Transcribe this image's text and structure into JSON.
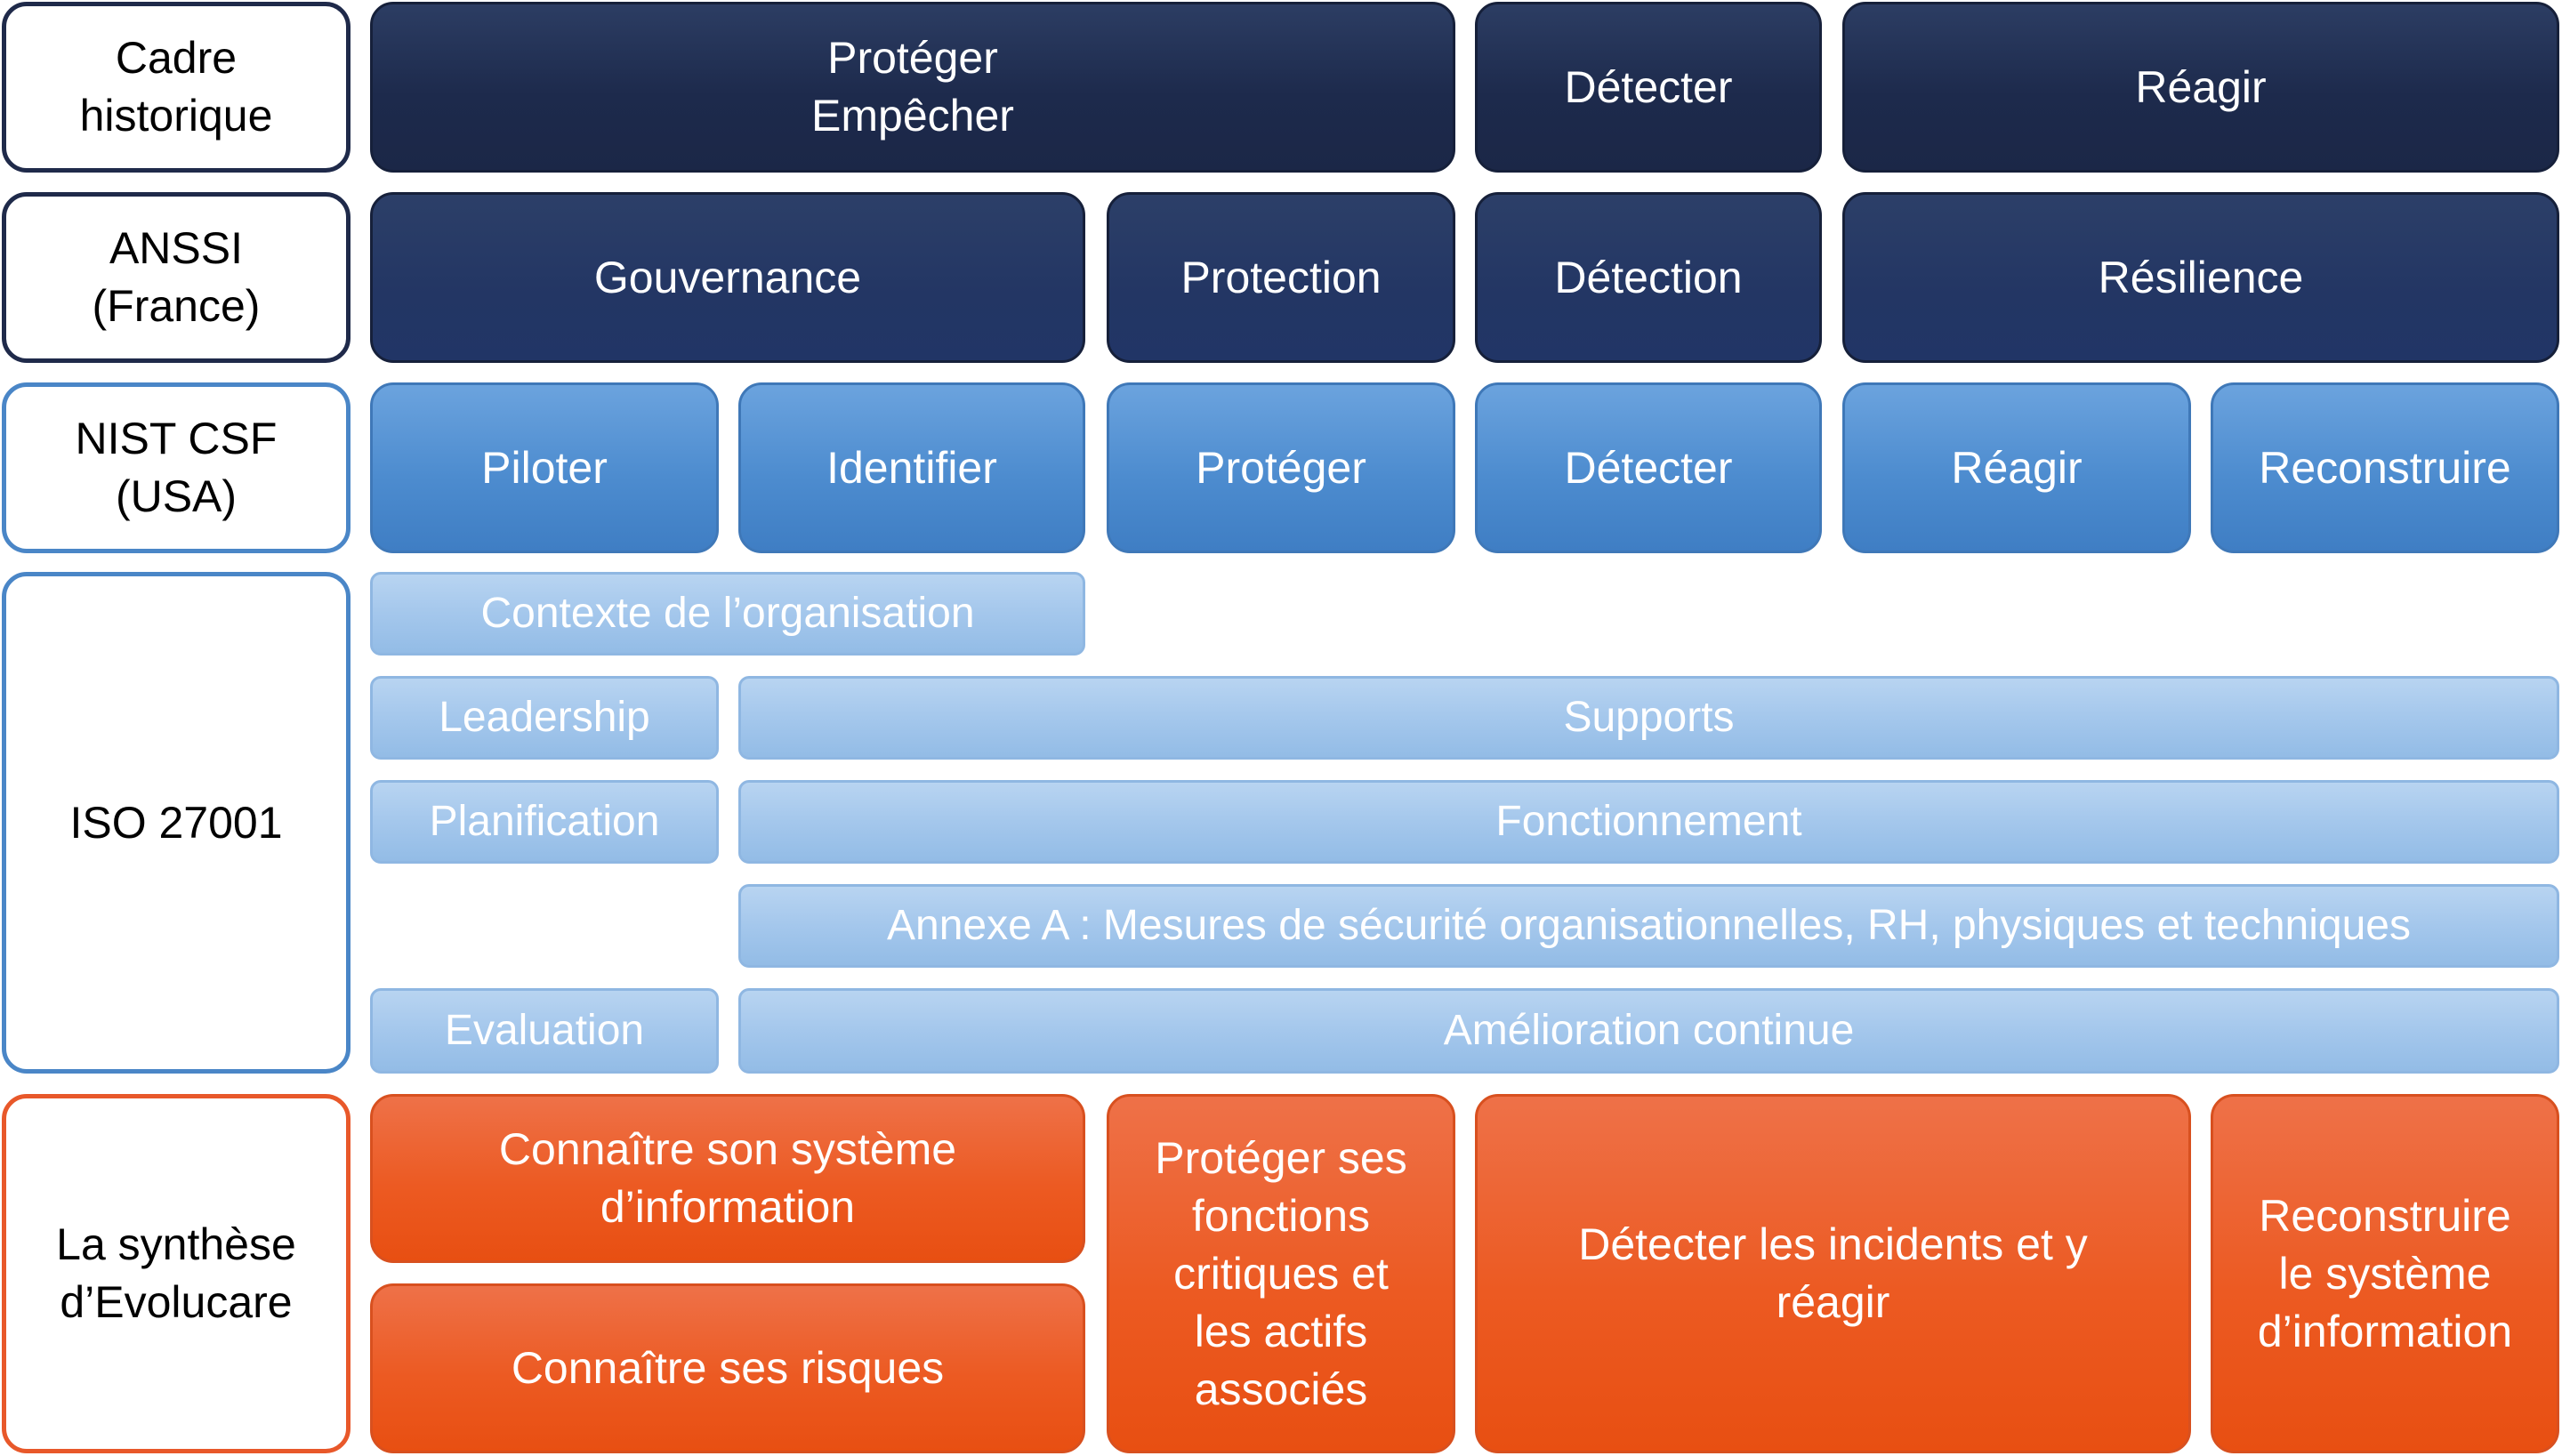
{
  "rows": {
    "historique": {
      "label": "Cadre\nhistorique",
      "items": [
        "Protéger\nEmpêcher",
        "Détecter",
        "Réagir"
      ]
    },
    "anssi": {
      "label": "ANSSI\n(France)",
      "items": [
        "Gouvernance",
        "Protection",
        "Détection",
        "Résilience"
      ]
    },
    "nist": {
      "label": "NIST CSF\n(USA)",
      "items": [
        "Piloter",
        "Identifier",
        "Protéger",
        "Détecter",
        "Réagir",
        "Reconstruire"
      ]
    },
    "iso": {
      "label": "ISO 27001",
      "items": {
        "contexte": "Contexte de l’organisation",
        "leadership": "Leadership",
        "supports": "Supports",
        "planification": "Planification",
        "fonctionnement": "Fonctionnement",
        "annexe": "Annexe A : Mesures de sécurité organisationnelles, RH, physiques et techniques",
        "evaluation": "Evaluation",
        "amelioration": "Amélioration continue"
      }
    },
    "evolucare": {
      "label": "La synthèse\nd’Evolucare",
      "items": {
        "connaitre_si": "Connaître son système\nd’information",
        "connaitre_risques": "Connaître ses risques",
        "proteger": "Protéger ses\nfonctions\ncritiques et\nles actifs\nassociés",
        "detecter": "Détecter les incidents et y\nréagir",
        "reconstruire": "Reconstruire\nle système\nd’information"
      }
    }
  },
  "colors": {
    "navy": "#1d2a4c",
    "blue": "#4d8ccf",
    "light_blue": "#a4c7ec",
    "orange": "#ec5a22"
  }
}
